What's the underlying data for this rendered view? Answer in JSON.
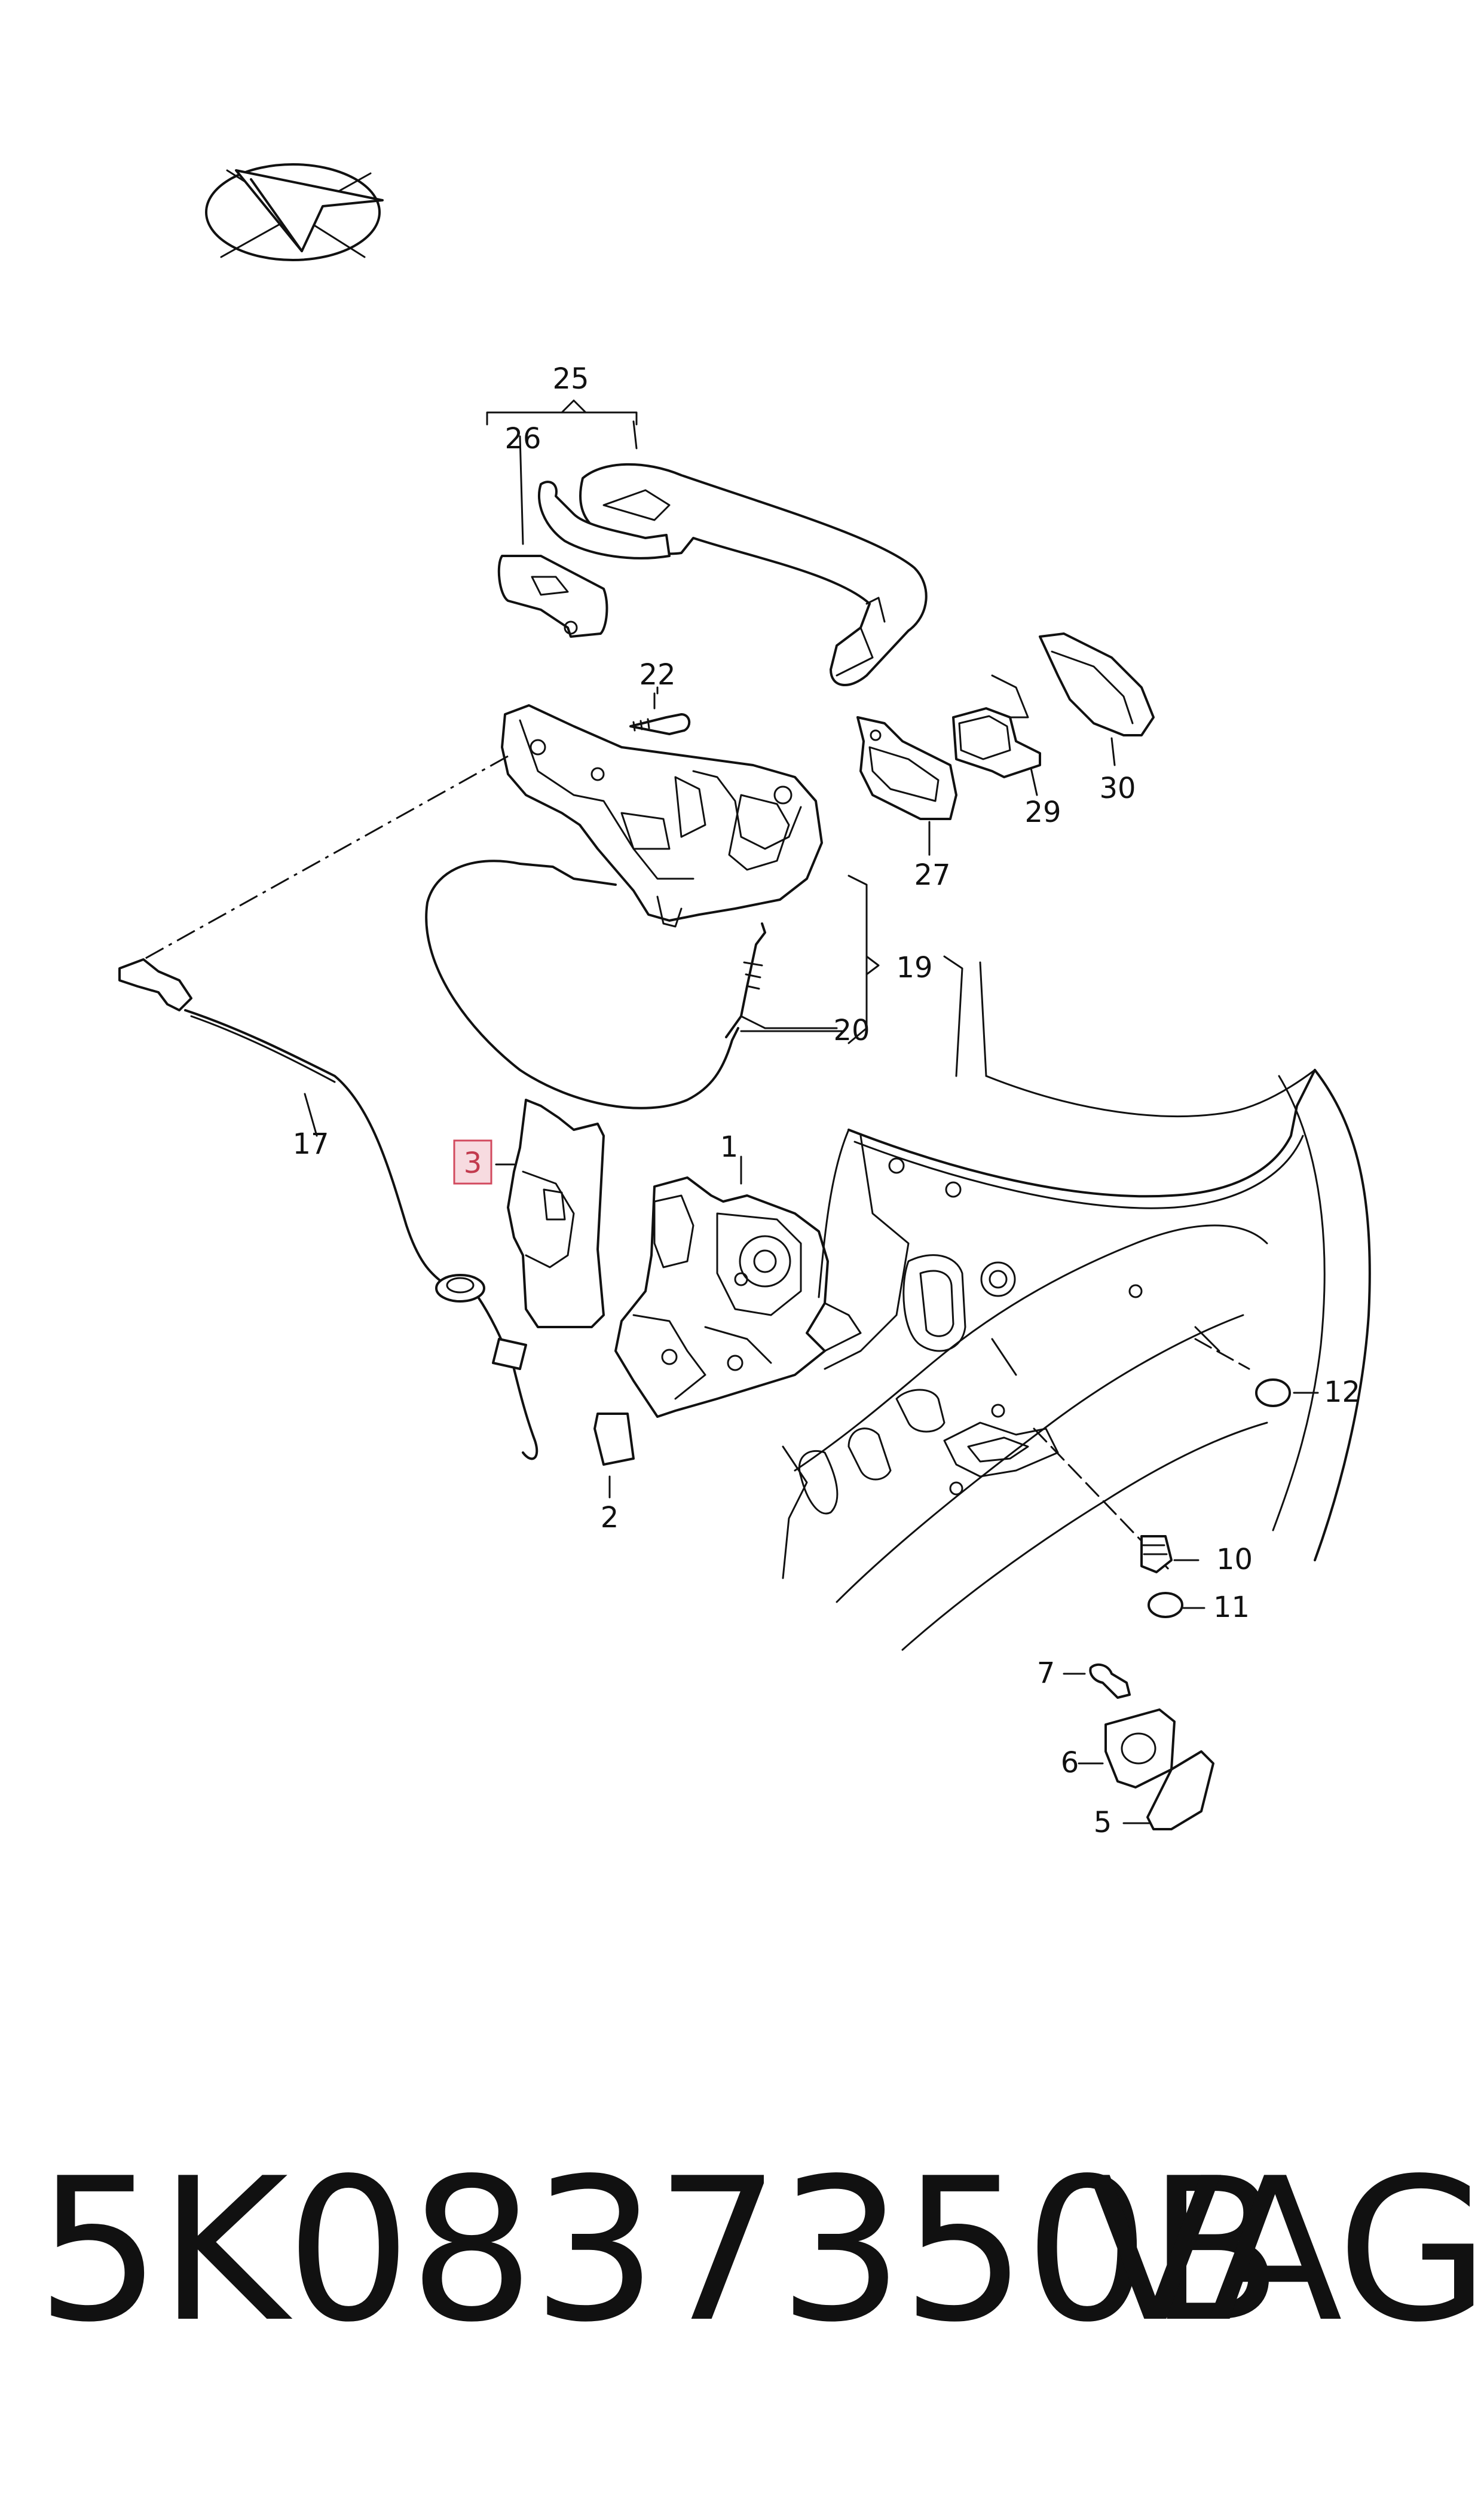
{
  "diagram": {
    "labels": {
      "l1": "1",
      "l2": "2",
      "l3": "3",
      "l5": "5",
      "l6": "6",
      "l7": "7",
      "l10": "10",
      "l11": "11",
      "l12": "12",
      "l17": "17",
      "l19": "19",
      "l20": "20",
      "l22": "22",
      "l25": "25",
      "l26": "26",
      "l27": "27",
      "l29": "29",
      "l30": "30"
    },
    "highlighted_label": "3",
    "highlight_color": "#d24a5e"
  },
  "footer": {
    "part_number": "5K0837350B",
    "brand": "VAG"
  }
}
